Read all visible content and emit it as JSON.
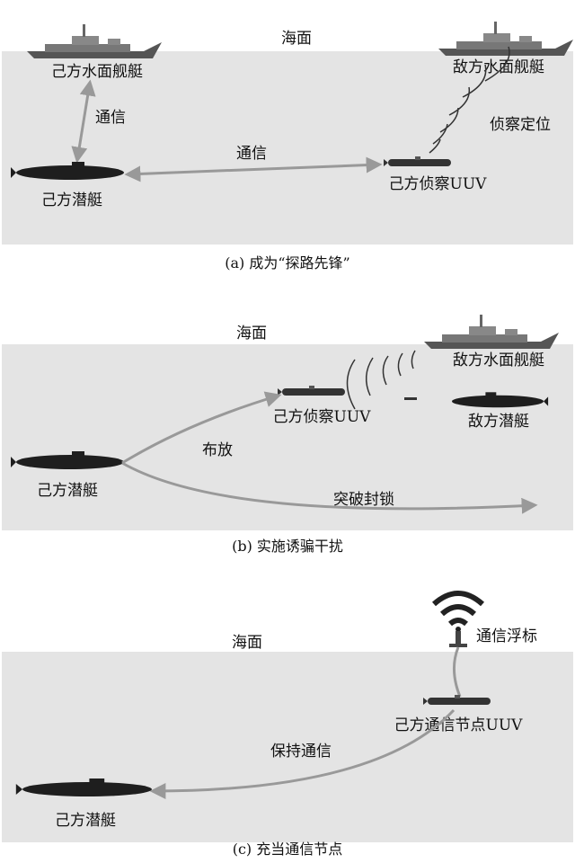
{
  "colors": {
    "sea": "#e4e4e4",
    "arrow": "#9a9a9a",
    "vessel": "#2a2a2a"
  },
  "panel_a": {
    "sea": "海面",
    "own_ship": "己方水面舰艇",
    "enemy_ship": "敌方水面舰艇",
    "comm_vertical": "通信",
    "comm_horizontal": "通信",
    "recon": "侦察定位",
    "own_sub": "己方潜艇",
    "uuv": "己方侦察UUV",
    "caption": "(a) 成为“探路先锋”"
  },
  "panel_b": {
    "sea": "海面",
    "enemy_ship": "敌方水面舰艇",
    "uuv": "己方侦察UUV",
    "enemy_sub": "敌方潜艇",
    "deploy": "布放",
    "own_sub": "己方潜艇",
    "breakthrough": "突破封锁",
    "caption": "(b) 实施诱骗干扰"
  },
  "panel_c": {
    "sea": "海面",
    "buoy": "通信浮标",
    "uuv": "己方通信节点UUV",
    "keep_comm": "保持通信",
    "own_sub": "己方潜艇",
    "caption": "(c) 充当通信节点"
  }
}
